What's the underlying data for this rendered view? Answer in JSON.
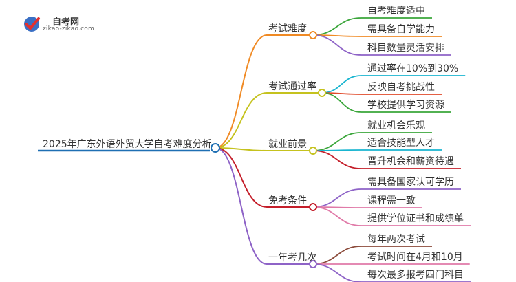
{
  "logo": {
    "name": "自考网",
    "url": "zikao-zikao.com"
  },
  "root": {
    "label": "2025年广东外语外贸大学自考难度分析",
    "color": "#1e6fb3"
  },
  "branches": [
    {
      "label": "考试难度",
      "color": "#f08a24",
      "children": [
        {
          "label": "自考难度适中",
          "color": "#3aa63a"
        },
        {
          "label": "需具备自学能力",
          "color": "#f08a24"
        },
        {
          "label": "科目数量灵活安排",
          "color": "#8e63c7"
        }
      ]
    },
    {
      "label": "考试通过率",
      "color": "#c5c21e",
      "children": [
        {
          "label": "通过率在10%到30%",
          "color": "#19b5d0"
        },
        {
          "label": "反映自考挑战性",
          "color": "#e04a2a"
        },
        {
          "label": "学校提供学习资源",
          "color": "#3aa63a"
        }
      ]
    },
    {
      "label": "就业前景",
      "color": "#c5c21e",
      "children": [
        {
          "label": "就业机会乐观",
          "color": "#3aa63a"
        },
        {
          "label": "适合技能型人才",
          "color": "#19b5d0"
        },
        {
          "label": "晋升机会和薪资待遇",
          "color": "#c41e2a"
        }
      ]
    },
    {
      "label": "免考条件",
      "color": "#c41e2a",
      "children": [
        {
          "label": "需具备国家认可学历",
          "color": "#8e63c7"
        },
        {
          "label": "课程需一致",
          "color": "#e07aa8"
        },
        {
          "label": "提供学位证书和成绩单",
          "color": "#e07aa8"
        }
      ]
    },
    {
      "label": "一年考几次",
      "color": "#8e63c7",
      "children": [
        {
          "label": "每年两次考试",
          "color": "#8b4a3a"
        },
        {
          "label": "考试时间在4月和10月",
          "color": "#e07aa8"
        },
        {
          "label": "每次最多报考四门科目",
          "color": "#8e63c7"
        }
      ]
    }
  ]
}
